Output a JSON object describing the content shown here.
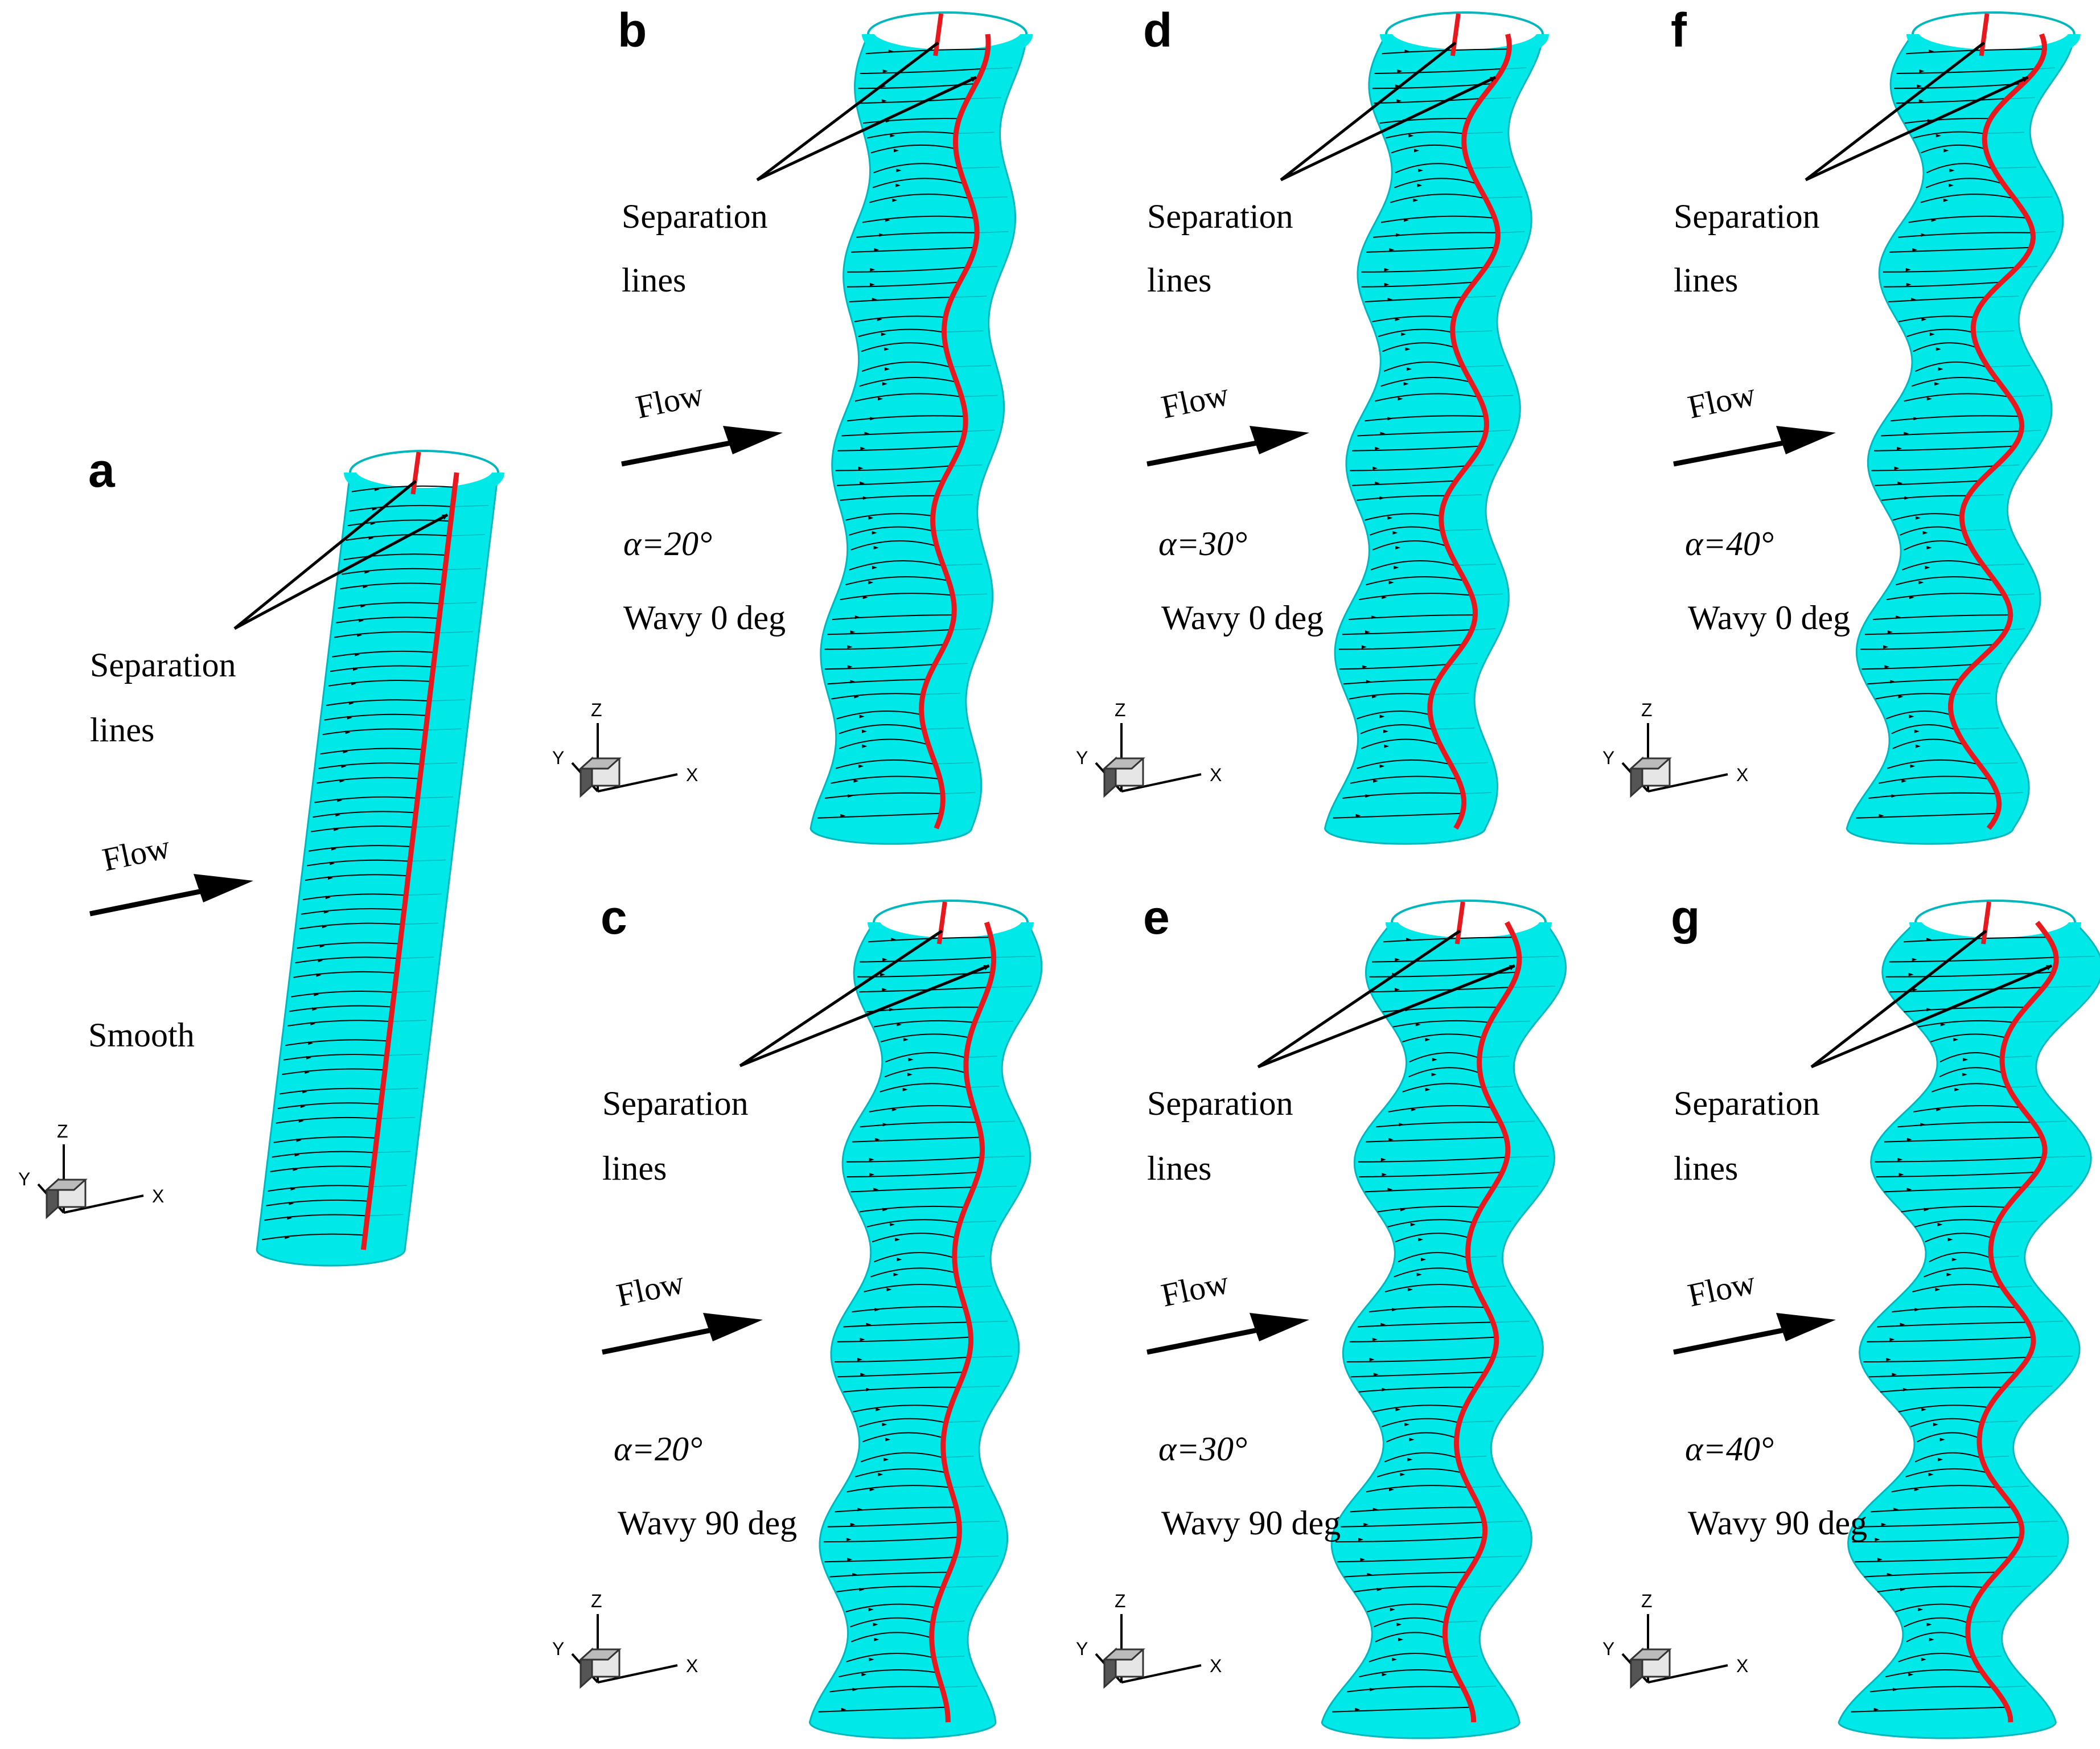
{
  "colors": {
    "surface": "#00e8e8",
    "surface_dark": "#00b7bd",
    "separation_line": "#e8191e",
    "streamline": "#000000",
    "arrow": "#000000"
  },
  "axis_labels": {
    "z": "Z",
    "y": "Y",
    "x": "X"
  },
  "panels": [
    {
      "id": "a",
      "letter": "a",
      "annotation_label_1": "Separation",
      "annotation_label_2": "lines",
      "flow_label": "Flow",
      "alpha_label": "",
      "wavy_label": "Smooth",
      "shape": "smooth",
      "wave_amplitude": 0,
      "wave_count": 0,
      "separation_sway": 0
    },
    {
      "id": "b",
      "letter": "b",
      "annotation_label_1": "Separation",
      "annotation_label_2": "lines",
      "flow_label": "Flow",
      "alpha_label": "α=20°",
      "wavy_label": "Wavy 0 deg",
      "shape": "wavy",
      "wave_amplitude": 0.14,
      "wave_count": 4.2,
      "separation_sway": 0.25
    },
    {
      "id": "c",
      "letter": "c",
      "annotation_label_1": "Separation",
      "annotation_label_2": "lines",
      "flow_label": "Flow",
      "alpha_label": "α=20°",
      "wavy_label": "Wavy 90 deg",
      "shape": "wavy",
      "wave_amplitude": 0.22,
      "wave_count": 4.2,
      "separation_sway": 0.1
    },
    {
      "id": "d",
      "letter": "d",
      "annotation_label_1": "Separation",
      "annotation_label_2": "lines",
      "flow_label": "Flow",
      "alpha_label": "α=30°",
      "wavy_label": "Wavy 0 deg",
      "shape": "wavy",
      "wave_amplitude": 0.2,
      "wave_count": 4.2,
      "separation_sway": 0.4
    },
    {
      "id": "e",
      "letter": "e",
      "annotation_label_1": "Separation",
      "annotation_label_2": "lines",
      "flow_label": "Flow",
      "alpha_label": "α=30°",
      "wavy_label": "Wavy 90 deg",
      "shape": "wavy",
      "wave_amplitude": 0.3,
      "wave_count": 4.2,
      "separation_sway": 0.2
    },
    {
      "id": "f",
      "letter": "f",
      "annotation_label_1": "Separation",
      "annotation_label_2": "lines",
      "flow_label": "Flow",
      "alpha_label": "α=40°",
      "wavy_label": "Wavy 0 deg",
      "shape": "wavy",
      "wave_amplitude": 0.27,
      "wave_count": 4.2,
      "separation_sway": 0.55
    },
    {
      "id": "g",
      "letter": "g",
      "annotation_label_1": "Separation",
      "annotation_label_2": "lines",
      "flow_label": "Flow",
      "alpha_label": "α=40°",
      "wavy_label": "Wavy 90 deg",
      "shape": "wavy",
      "wave_amplitude": 0.38,
      "wave_count": 4.2,
      "separation_sway": 0.3
    }
  ]
}
